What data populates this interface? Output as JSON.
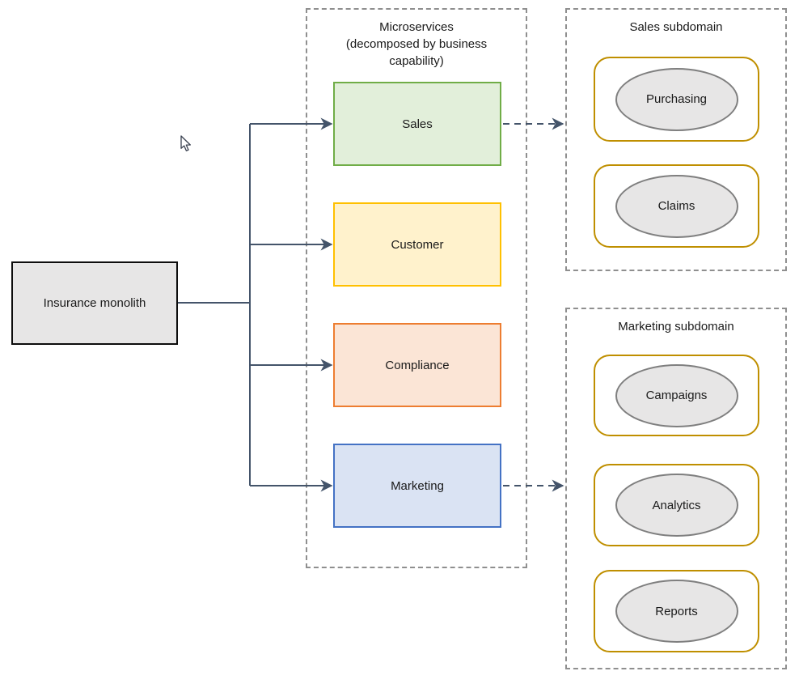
{
  "monolith": {
    "label": "Insurance monolith",
    "fill": "#e7e6e6",
    "border": "#0d0d0d"
  },
  "microservices": {
    "title_lines": [
      "Microservices",
      "(decomposed by business",
      "capability)"
    ],
    "services": [
      {
        "label": "Sales",
        "fill": "#e2efda",
        "border": "#70ad47"
      },
      {
        "label": "Customer",
        "fill": "#fff2cc",
        "border": "#ffc000"
      },
      {
        "label": "Compliance",
        "fill": "#fbe5d6",
        "border": "#ed7d31"
      },
      {
        "label": "Marketing",
        "fill": "#dae3f3",
        "border": "#4472c4"
      }
    ]
  },
  "subdomains": [
    {
      "title": "Sales subdomain",
      "items": [
        {
          "label": "Purchasing"
        },
        {
          "label": "Claims"
        }
      ]
    },
    {
      "title": "Marketing subdomain",
      "items": [
        {
          "label": "Campaigns"
        },
        {
          "label": "Analytics"
        },
        {
          "label": "Reports"
        }
      ]
    }
  ],
  "colors": {
    "connector": "#44546a",
    "group_border": "#8f8f8f",
    "pill_border": "#bf8f00",
    "ellipse_fill": "#e7e6e6",
    "ellipse_border": "#7f7f7f"
  }
}
